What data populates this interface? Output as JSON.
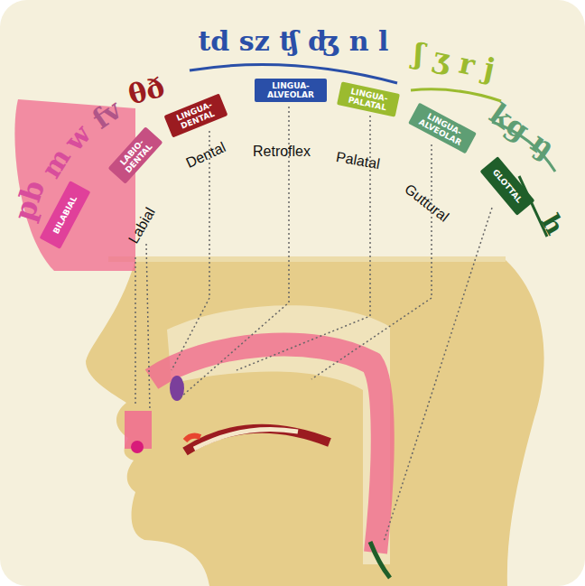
{
  "diagram": {
    "nodes": [
      {
        "text": [
          "BILABIAL"
        ]
      },
      {
        "text": [
          "LABIO- DENTAL"
        ]
      },
      {
        "text": [
          "LINGUA- DENTAL"
        ]
      },
      {
        "text": [
          "LINGUA- ALVEOLAR"
        ]
      },
      {
        "text": [
          "LINGUA- PALATAL"
        ]
      },
      {
        "text": [
          "LINGUA- ALVEOLAR"
        ]
      },
      {
        "text": [
          "GLOTTAL"
        ]
      }
    ],
    "labels": [
      "pb",
      "m",
      "w",
      "fv",
      "θð",
      "td sz ʧ ʤ n l",
      "ʃ ʒ r j",
      "kg ŋ",
      "h",
      "Labial",
      "Dental",
      "Retroflex",
      "Palatal",
      "Guttural"
    ]
  }
}
